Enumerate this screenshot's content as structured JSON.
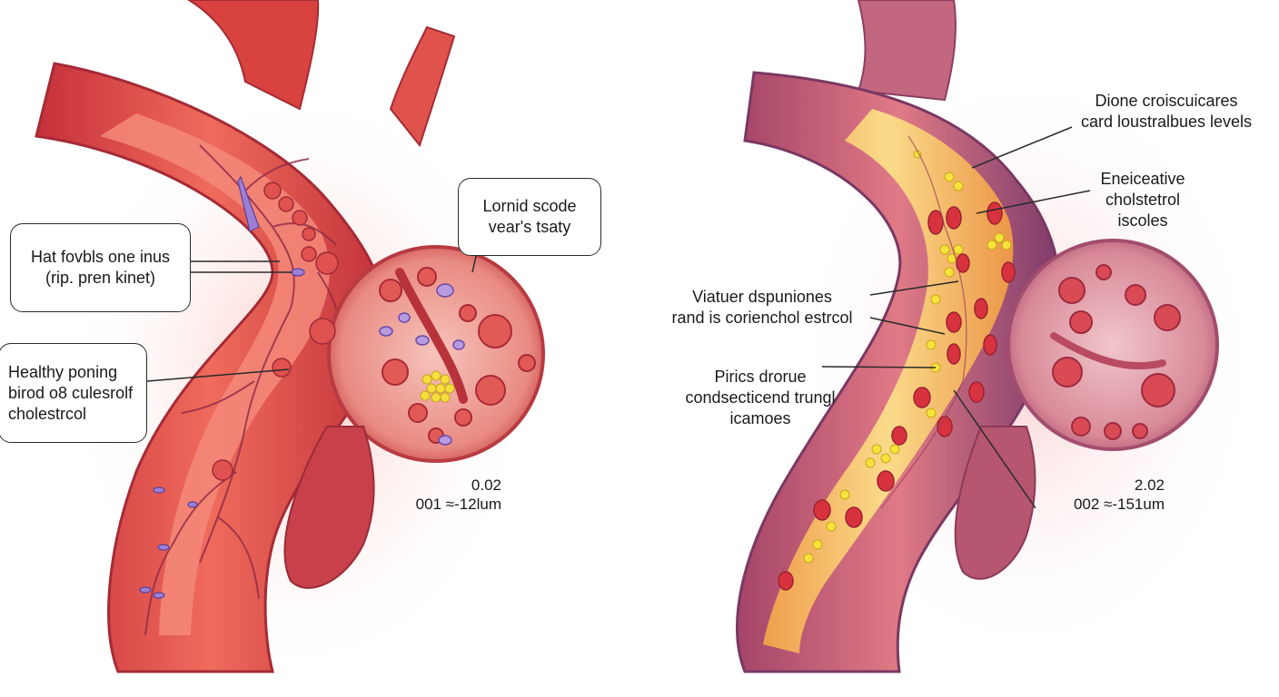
{
  "left_panel": {
    "callouts": {
      "top": [
        "Lornid scode",
        "vear's tsaty"
      ],
      "middle": [
        "Hat fovbls one inus",
        "(rip. pren kinet)"
      ],
      "bottom": [
        "Healthy poning",
        "birod o8 culesrolf",
        "cholestrcol"
      ]
    },
    "scale": {
      "value": "0.02",
      "range": "001 ≈-12lum"
    }
  },
  "right_panel": {
    "labels": {
      "top": [
        "Dione croiscuicares",
        "card loustralbues levels"
      ],
      "upper": [
        "Eneiceative",
        "cholstetrol",
        "iscoles"
      ],
      "middle": [
        "Viatuer dspuniones",
        "rand is corienchol estrcol"
      ],
      "lower": [
        "Pirics drorue",
        "condsecticend trungl",
        "icamoes"
      ]
    },
    "scale": {
      "value": "2.02",
      "range": "002 ≈-151um"
    }
  },
  "colors": {
    "healthy_vessel": "#e2453d",
    "healthy_lumen": "#f06a5c",
    "diseased_wall": "#b8556e",
    "plaque": "#f7c34a",
    "cholesterol_globule": "#f7e23a",
    "red_cell": "#d8323a",
    "vein_lines": "#8e2a46",
    "purple_cell": "#9a7ad0"
  }
}
